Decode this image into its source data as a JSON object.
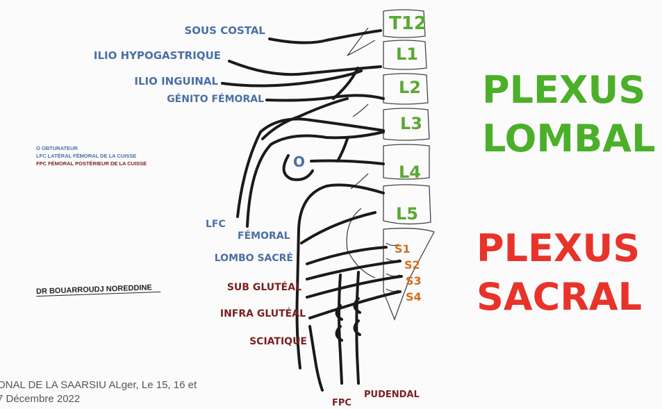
{
  "colors": {
    "lumbar_nerve": "#4a6fa5",
    "sacral_nerve": "#7a1f1f",
    "lumbar_vertebra": "#5aa832",
    "sacral_vertebra": "#d07020",
    "title_lombal": "#4caf2a",
    "title_sacral": "#e8332a",
    "nerve_line": "#1a1a1a"
  },
  "titles": {
    "lombal": [
      "PLEXUS",
      "LOMBAL"
    ],
    "sacral": [
      "PLEXUS",
      "SACRAL"
    ]
  },
  "vertebrae": {
    "lumbar": [
      "T12",
      "L1",
      "L2",
      "L3",
      "L4",
      "L5"
    ],
    "sacral": [
      "S1",
      "S2",
      "S3",
      "S4"
    ]
  },
  "nerves_lumbar": [
    "SOUS COSTAL",
    "ILIO HYPOGASTRIQUE",
    "ILIO INGUINAL",
    "GÉNITO FÉMORAL",
    "LFC",
    "FÉMORAL",
    "LOMBO SACRÉ"
  ],
  "obturateur_marker": "O",
  "nerves_sacral": [
    "SUB GLUTÉAL",
    "INFRA GLUTÉAL",
    "SCIATIQUE",
    "FPC",
    "PUDENDAL"
  ],
  "legend": {
    "line1": "O OBTURATEUR",
    "line2": "LFC LATÉRAL FÉMORAL DE LA CUISSE",
    "line3": "FPC FÉMORAL POSTÉRIEUR DE LA CUISSE"
  },
  "author": "DR BOUARROUDJ NOREDDINE",
  "caption": {
    "line1": "ONAL DE LA SAARSIU ALger, Le 15, 16 et",
    "line2": "7 Décembre 2022"
  }
}
